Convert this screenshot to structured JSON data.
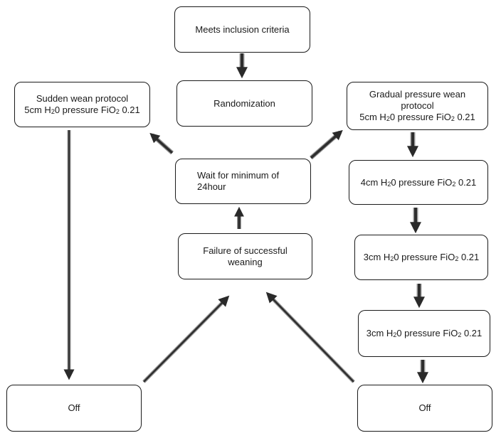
{
  "boxes": {
    "inclusion": {
      "text": "Meets inclusion criteria"
    },
    "randomization": {
      "text": "Randomization"
    },
    "sudden": {
      "line1": "Sudden wean protocol",
      "line2": {
        "pre": "5cm H",
        "sub1": "2",
        "mid": "0 pressure FiO",
        "sub2": "2",
        "post": " 0.21"
      }
    },
    "gradual": {
      "line1": "Gradual pressure wean",
      "line2": "protocol",
      "line3": {
        "pre": "5cm H",
        "sub1": "2",
        "mid": "0 pressure FiO",
        "sub2": "2",
        "post": " 0.21"
      }
    },
    "wait": {
      "line1": "Wait for minimum of",
      "line2": "24hour"
    },
    "step4": {
      "pre": "4cm H",
      "sub1": "2",
      "mid": "0 pressure FiO",
      "sub2": "2",
      "post": " 0.21"
    },
    "failure": {
      "line1": "Failure of successful",
      "line2": "weaning"
    },
    "step3a": {
      "pre": "3cm H",
      "sub1": "2",
      "mid": "0 pressure FiO",
      "sub2": "2",
      "post": " 0.21"
    },
    "step3b": {
      "pre": "3cm H",
      "sub1": "2",
      "mid": "0 pressure FiO",
      "sub2": "2",
      "post": " 0.21"
    },
    "off_left": {
      "text": "Off"
    },
    "off_right": {
      "text": "Off"
    }
  },
  "colors": {
    "stroke": "#1a1a1a",
    "arrow_fill": "#333333",
    "arrow_edge": "#9a9a9a"
  }
}
